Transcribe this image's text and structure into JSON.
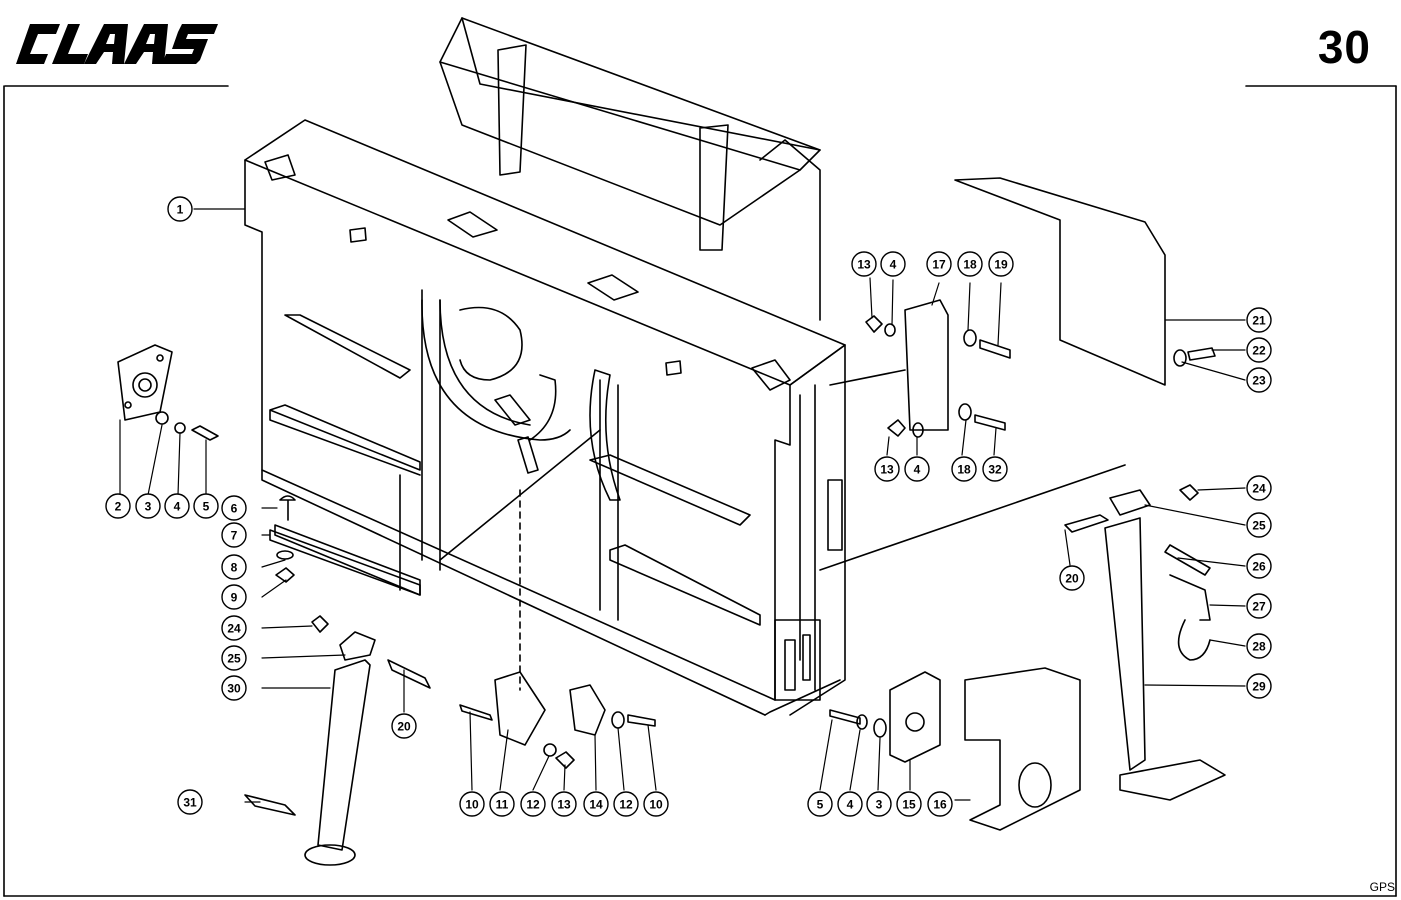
{
  "brand": {
    "name": "CLAAS"
  },
  "page": {
    "number": "30",
    "code": "GPS"
  },
  "callouts": [
    {
      "id": "c1",
      "label": "1"
    },
    {
      "id": "c2",
      "label": "2"
    },
    {
      "id": "c3a",
      "label": "3"
    },
    {
      "id": "c4a",
      "label": "4"
    },
    {
      "id": "c5a",
      "label": "5"
    },
    {
      "id": "c6",
      "label": "6"
    },
    {
      "id": "c7",
      "label": "7"
    },
    {
      "id": "c8",
      "label": "8"
    },
    {
      "id": "c9",
      "label": "9"
    },
    {
      "id": "c24a",
      "label": "24"
    },
    {
      "id": "c25a",
      "label": "25"
    },
    {
      "id": "c30",
      "label": "30"
    },
    {
      "id": "c20a",
      "label": "20"
    },
    {
      "id": "c31",
      "label": "31"
    },
    {
      "id": "c10a",
      "label": "10"
    },
    {
      "id": "c11",
      "label": "11"
    },
    {
      "id": "c12a",
      "label": "12"
    },
    {
      "id": "c13a",
      "label": "13"
    },
    {
      "id": "c14",
      "label": "14"
    },
    {
      "id": "c12b",
      "label": "12"
    },
    {
      "id": "c10b",
      "label": "10"
    },
    {
      "id": "c5b",
      "label": "5"
    },
    {
      "id": "c4b",
      "label": "4"
    },
    {
      "id": "c3b",
      "label": "3"
    },
    {
      "id": "c15",
      "label": "15"
    },
    {
      "id": "c16",
      "label": "16"
    },
    {
      "id": "c13b",
      "label": "13"
    },
    {
      "id": "c4c",
      "label": "4"
    },
    {
      "id": "c17",
      "label": "17"
    },
    {
      "id": "c18a",
      "label": "18"
    },
    {
      "id": "c19",
      "label": "19"
    },
    {
      "id": "c13c",
      "label": "13"
    },
    {
      "id": "c4d",
      "label": "4"
    },
    {
      "id": "c18b",
      "label": "18"
    },
    {
      "id": "c32",
      "label": "32"
    },
    {
      "id": "c21",
      "label": "21"
    },
    {
      "id": "c22",
      "label": "22"
    },
    {
      "id": "c23",
      "label": "23"
    },
    {
      "id": "c24b",
      "label": "24"
    },
    {
      "id": "c25b",
      "label": "25"
    },
    {
      "id": "c26",
      "label": "26"
    },
    {
      "id": "c20b",
      "label": "20"
    },
    {
      "id": "c27",
      "label": "27"
    },
    {
      "id": "c28",
      "label": "28"
    },
    {
      "id": "c29",
      "label": "29"
    }
  ]
}
